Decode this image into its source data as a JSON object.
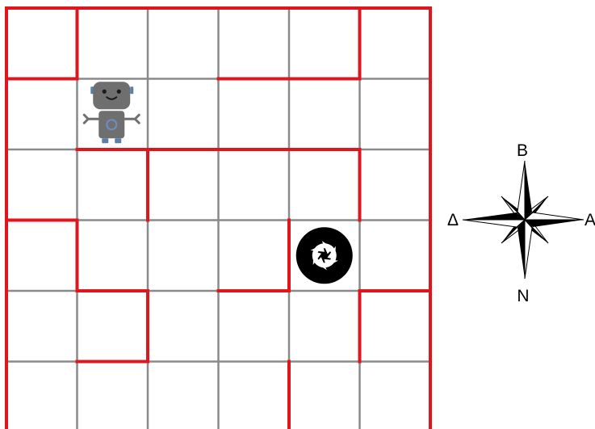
{
  "board": {
    "rows": 6,
    "cols": 6,
    "colors": {
      "grid": "#8a8a8a",
      "wall": "#e0161e",
      "background": "#ffffff"
    },
    "walls_horizontal": [
      {
        "row": 1,
        "col": 0
      },
      {
        "row": 1,
        "col": 3
      },
      {
        "row": 1,
        "col": 4
      },
      {
        "row": 2,
        "col": 1
      },
      {
        "row": 2,
        "col": 2
      },
      {
        "row": 2,
        "col": 3
      },
      {
        "row": 2,
        "col": 4
      },
      {
        "row": 3,
        "col": 0
      },
      {
        "row": 4,
        "col": 1
      },
      {
        "row": 4,
        "col": 3
      },
      {
        "row": 4,
        "col": 5
      },
      {
        "row": 5,
        "col": 1
      }
    ],
    "walls_vertical": [
      {
        "row": 0,
        "col": 1
      },
      {
        "row": 0,
        "col": 5
      },
      {
        "row": 2,
        "col": 2
      },
      {
        "row": 2,
        "col": 5
      },
      {
        "row": 3,
        "col": 1
      },
      {
        "row": 3,
        "col": 4
      },
      {
        "row": 4,
        "col": 2
      },
      {
        "row": 4,
        "col": 5
      },
      {
        "row": 5,
        "col": 4
      }
    ],
    "robot": {
      "row": 1,
      "col": 1,
      "icon": "robot-icon"
    },
    "target": {
      "row": 3,
      "col": 4,
      "icon": "camera-aperture-icon"
    }
  },
  "compass": {
    "north": "B",
    "south": "N",
    "west": "Δ",
    "east": "A"
  }
}
